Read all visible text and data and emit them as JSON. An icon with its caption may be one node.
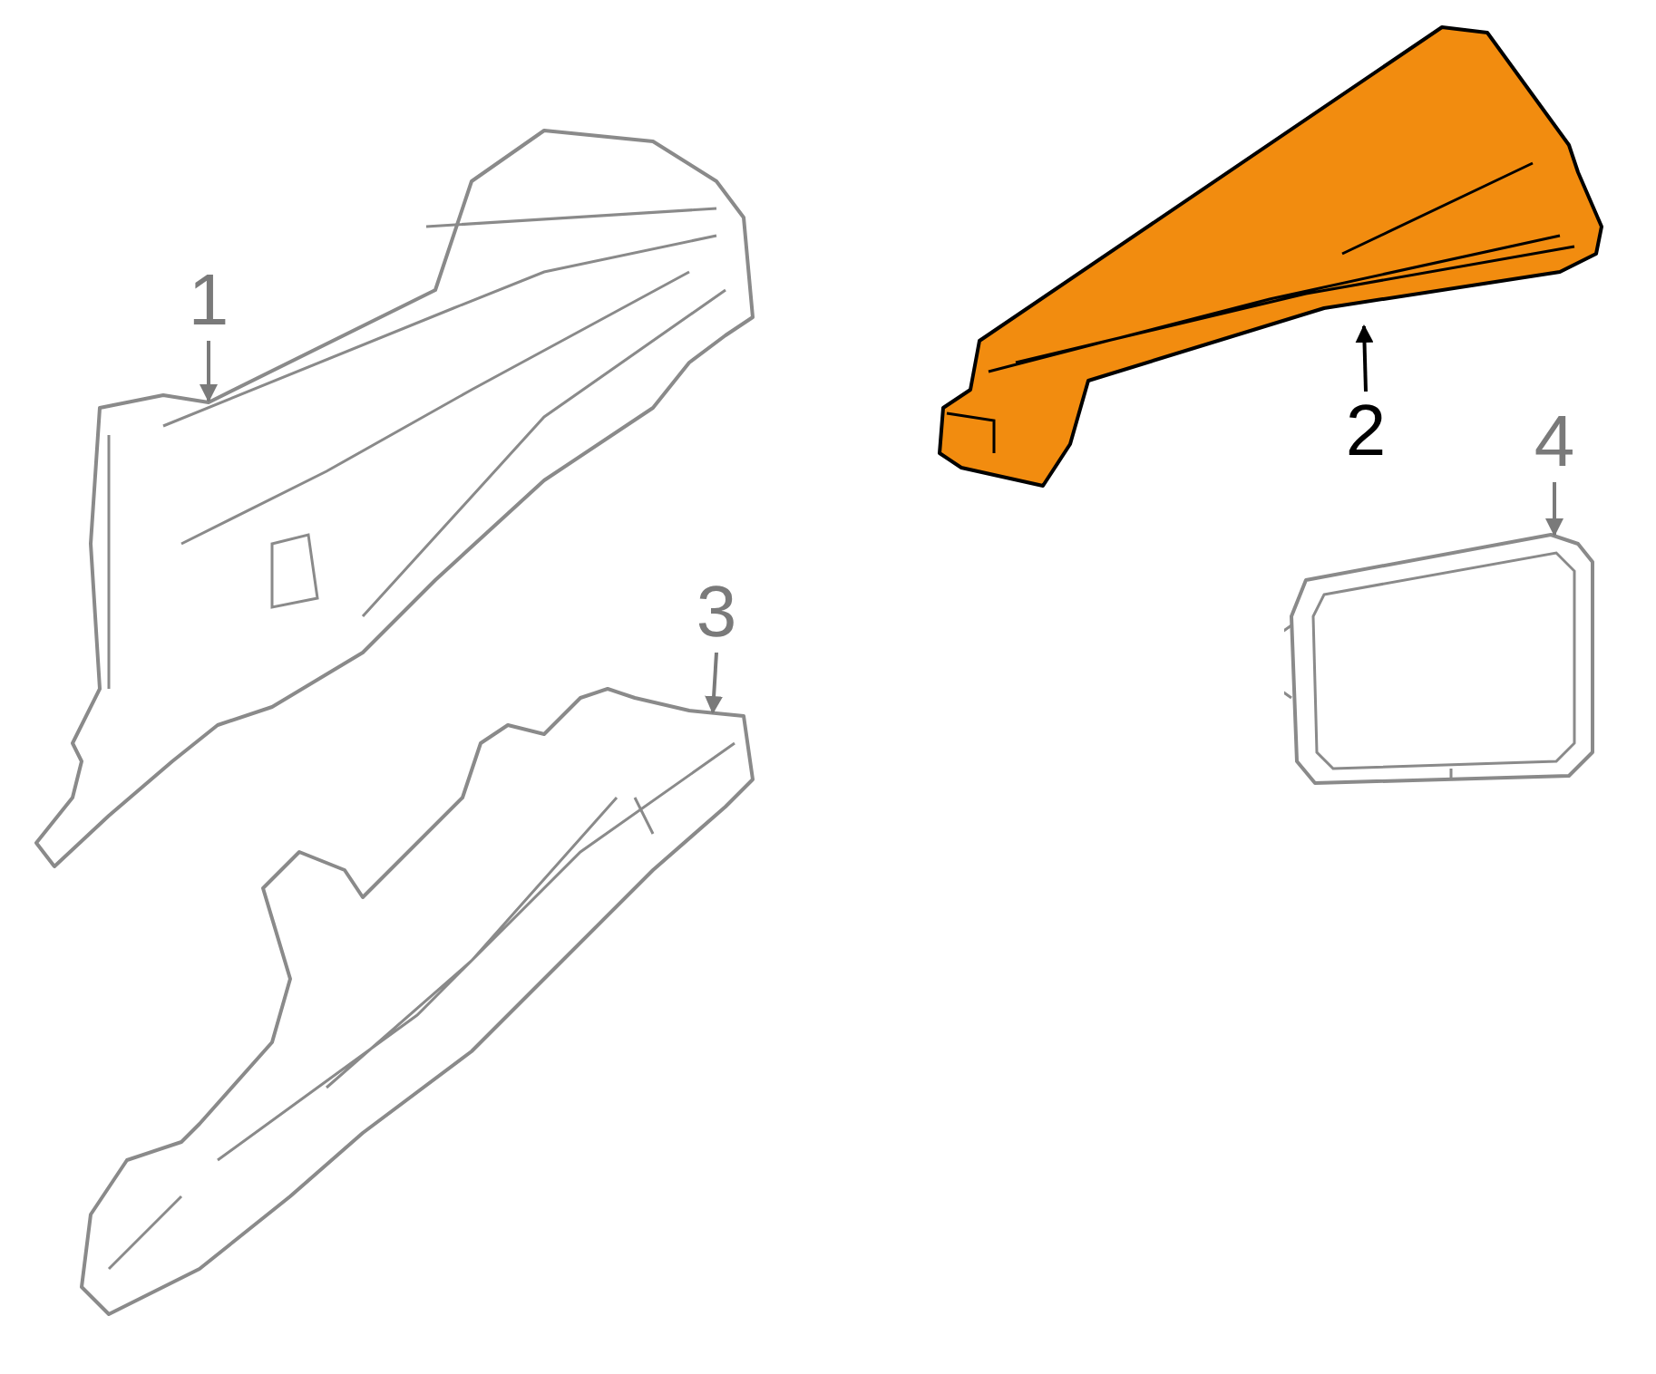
{
  "diagram": {
    "nodes": [
      {
        "text": [
          "1"
        ]
      },
      {
        "text": [],
        "shape": "picture"
      },
      {
        "text": [
          "2"
        ]
      },
      {
        "text": [],
        "shape": "picture"
      },
      {
        "text": [
          "3"
        ]
      },
      {
        "text": [],
        "shape": "picture"
      },
      {
        "text": [
          "4"
        ]
      },
      {
        "text": [],
        "shape": "picture"
      }
    ],
    "edges": [
      {
        "from": 0,
        "to": 1,
        "arrow": "to"
      },
      {
        "from": 2,
        "to": 3,
        "arrow": "to",
        "color": "#000000"
      },
      {
        "from": 4,
        "to": 5,
        "arrow": "to"
      },
      {
        "from": 6,
        "to": 7,
        "arrow": "to"
      }
    ]
  }
}
